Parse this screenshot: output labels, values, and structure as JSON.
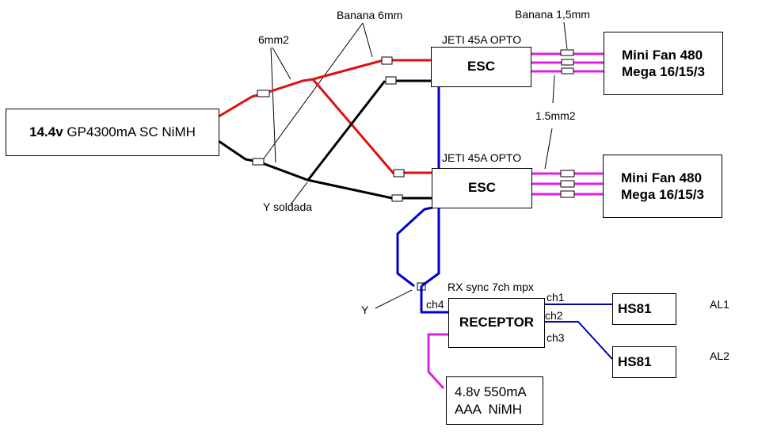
{
  "colors": {
    "positive_wire": "#e01010",
    "negative_wire": "#000000",
    "signal_wire": "#0000cc",
    "motor_wire": "#e020e0"
  },
  "main_battery": {
    "voltage": "14.4v",
    "spec": " GP4300mA SC NiMH"
  },
  "escs": [
    {
      "caption": "JETI 45A OPTO",
      "label": "ESC"
    },
    {
      "caption": "JETI 45A OPTO",
      "label": "ESC"
    }
  ],
  "motors": [
    {
      "line1": "Mini Fan 480",
      "line2": "Mega 16/15/3"
    },
    {
      "line1": "Mini Fan 480",
      "line2": "Mega 16/15/3"
    }
  ],
  "receiver": {
    "caption": "RX sync 7ch mpx",
    "label": "RECEPTOR",
    "channels": [
      "ch1",
      "ch2",
      "ch3",
      "ch4"
    ]
  },
  "servos": [
    {
      "label": "HS81",
      "tag": "AL1"
    },
    {
      "label": "HS81",
      "tag": "AL2"
    }
  ],
  "rx_battery": {
    "line1": "4.8v 550mA",
    "line2": "AAA  NiMH"
  },
  "annotations": {
    "banana_6mm": "Banana 6mm",
    "wire_6mm2": "6mm2",
    "y_soldada": "Y soldada",
    "banana_1_5mm": "Banana 1,5mm",
    "wire_1_5mm2": "1.5mm2",
    "y": "Y"
  }
}
